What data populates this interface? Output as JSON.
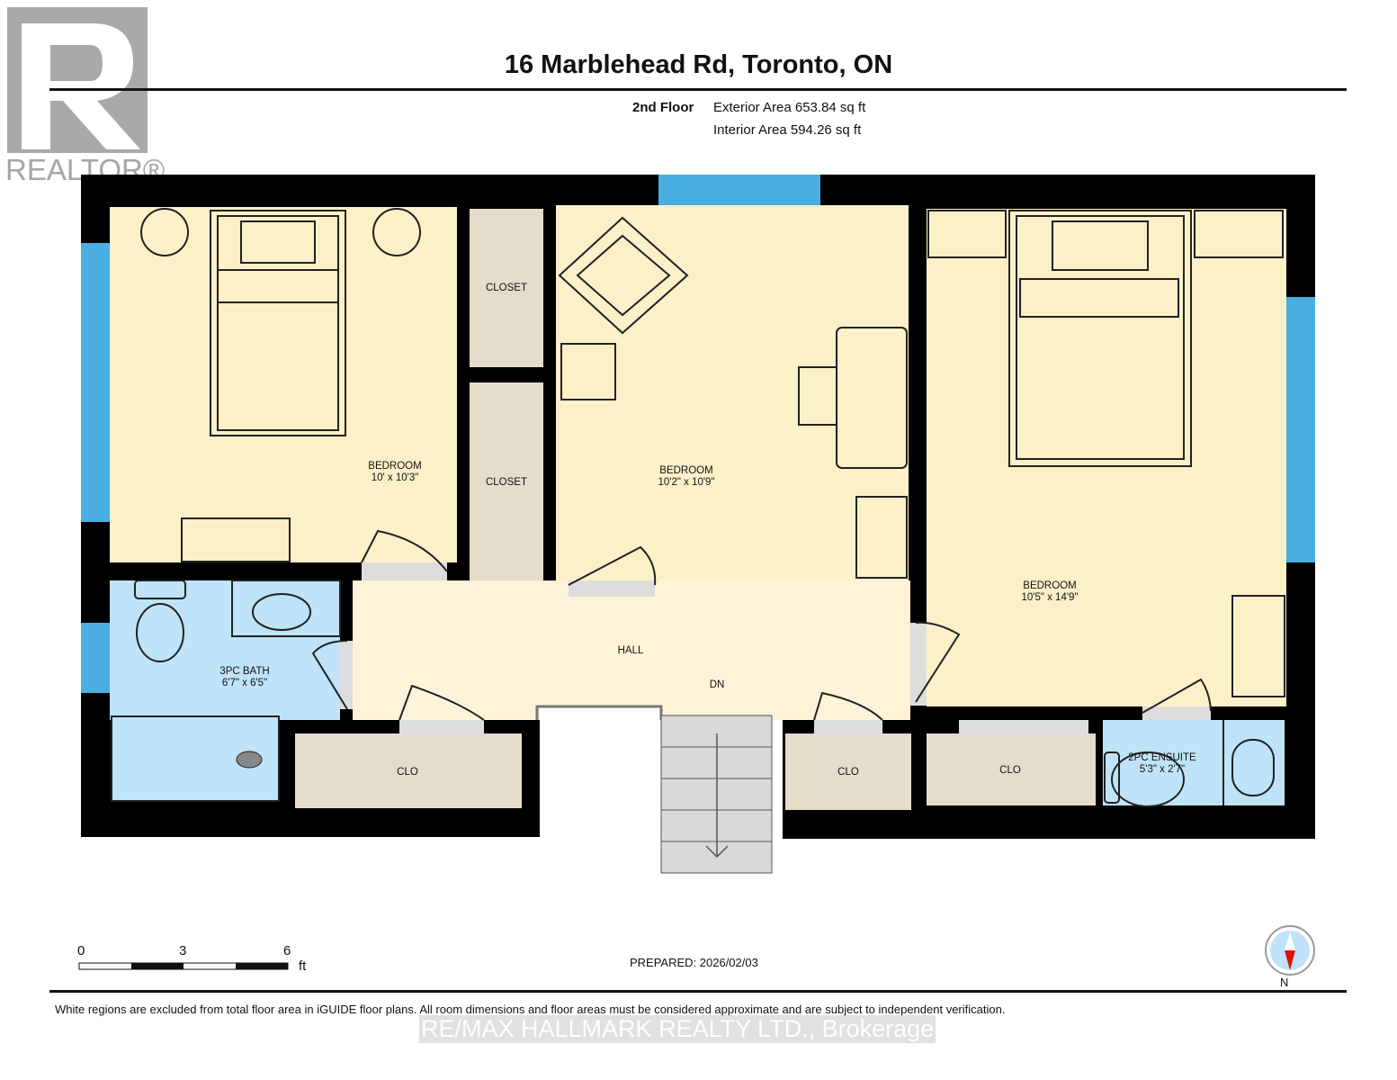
{
  "header": {
    "title": "16 Marblehead Rd, Toronto, ON",
    "floor": "2nd Floor",
    "exterior_area": "Exterior Area 653.84 sq ft",
    "interior_area": "Interior Area 594.26 sq ft"
  },
  "logo": {
    "text": "REALTOR®"
  },
  "rooms": {
    "bedroom_left": {
      "name": "BEDROOM",
      "size": "10' x 10'3\""
    },
    "bedroom_middle": {
      "name": "BEDROOM",
      "size": "10'2\" x 10'9\""
    },
    "bedroom_right": {
      "name": "BEDROOM",
      "size": "10'5\" x 14'9\""
    },
    "closet_upper": {
      "name": "CLOSET"
    },
    "closet_lower": {
      "name": "CLOSET"
    },
    "hall": {
      "name": "HALL"
    },
    "stairs": {
      "name": "DN"
    },
    "bath": {
      "name": "3PC BATH",
      "size": "6'7\" x 6'5\""
    },
    "clo_1": {
      "name": "CLO"
    },
    "clo_2": {
      "name": "CLO"
    },
    "clo_3": {
      "name": "CLO"
    },
    "ensuite": {
      "name": "2PC ENSUITE",
      "size": "5'3\" x 2'7\""
    }
  },
  "scale": {
    "ticks": [
      "0",
      "3",
      "6"
    ],
    "unit": "ft"
  },
  "compass": {
    "label": "N"
  },
  "footer": {
    "prepared": "PREPARED: 2026/02/03",
    "disclaimer": "White regions are excluded from total floor area in iGUIDE floor plans. All room dimensions and floor areas must be considered approximate and are subject to independent verification.",
    "brokerage": "RE/MAX HALLMARK REALTY LTD., Brokerage"
  },
  "colors": {
    "wall": "#000000",
    "bedroom": "#fcf0c9",
    "closet": "#e6dccb",
    "bath": "#bfe3f8",
    "window": "#4aaee0",
    "stairs": "#d9d9d9"
  }
}
